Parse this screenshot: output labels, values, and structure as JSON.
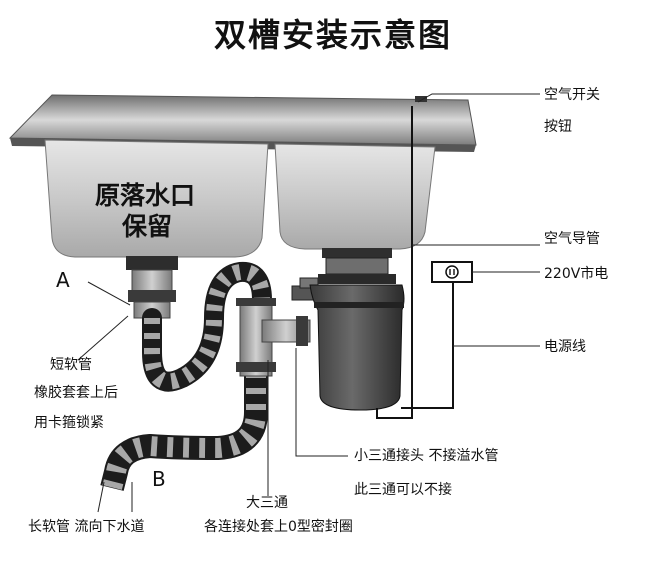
{
  "title": "双槽安装示意图",
  "sink_label": {
    "line1": "原落水口",
    "line2": "保留"
  },
  "markers": {
    "a": "A",
    "b": "B"
  },
  "callouts": {
    "air_switch_1": "空气开关",
    "air_switch_2": "按钮",
    "air_tube": "空气导管",
    "power_220v": "220V市电",
    "power_cord": "电源线",
    "short_hose_1": "短软管",
    "short_hose_2": "橡胶套套上后",
    "short_hose_3": "用卡箍锁紧",
    "small_tee_1": "小三通接头  不接溢水管",
    "small_tee_2": "此三通可以不接",
    "big_tee_1": "大三通",
    "big_tee_2": "各连接处套上0型密封圈",
    "long_hose": "长软管  流向下水道"
  },
  "icons": {
    "socket": "power-socket-icon"
  },
  "colors": {
    "sink_metal": "#9a9a9a",
    "bowl": "#c9c9c9",
    "pipe_dark": "#1c1c1c",
    "pipe_light": "#9b9b9b"
  }
}
